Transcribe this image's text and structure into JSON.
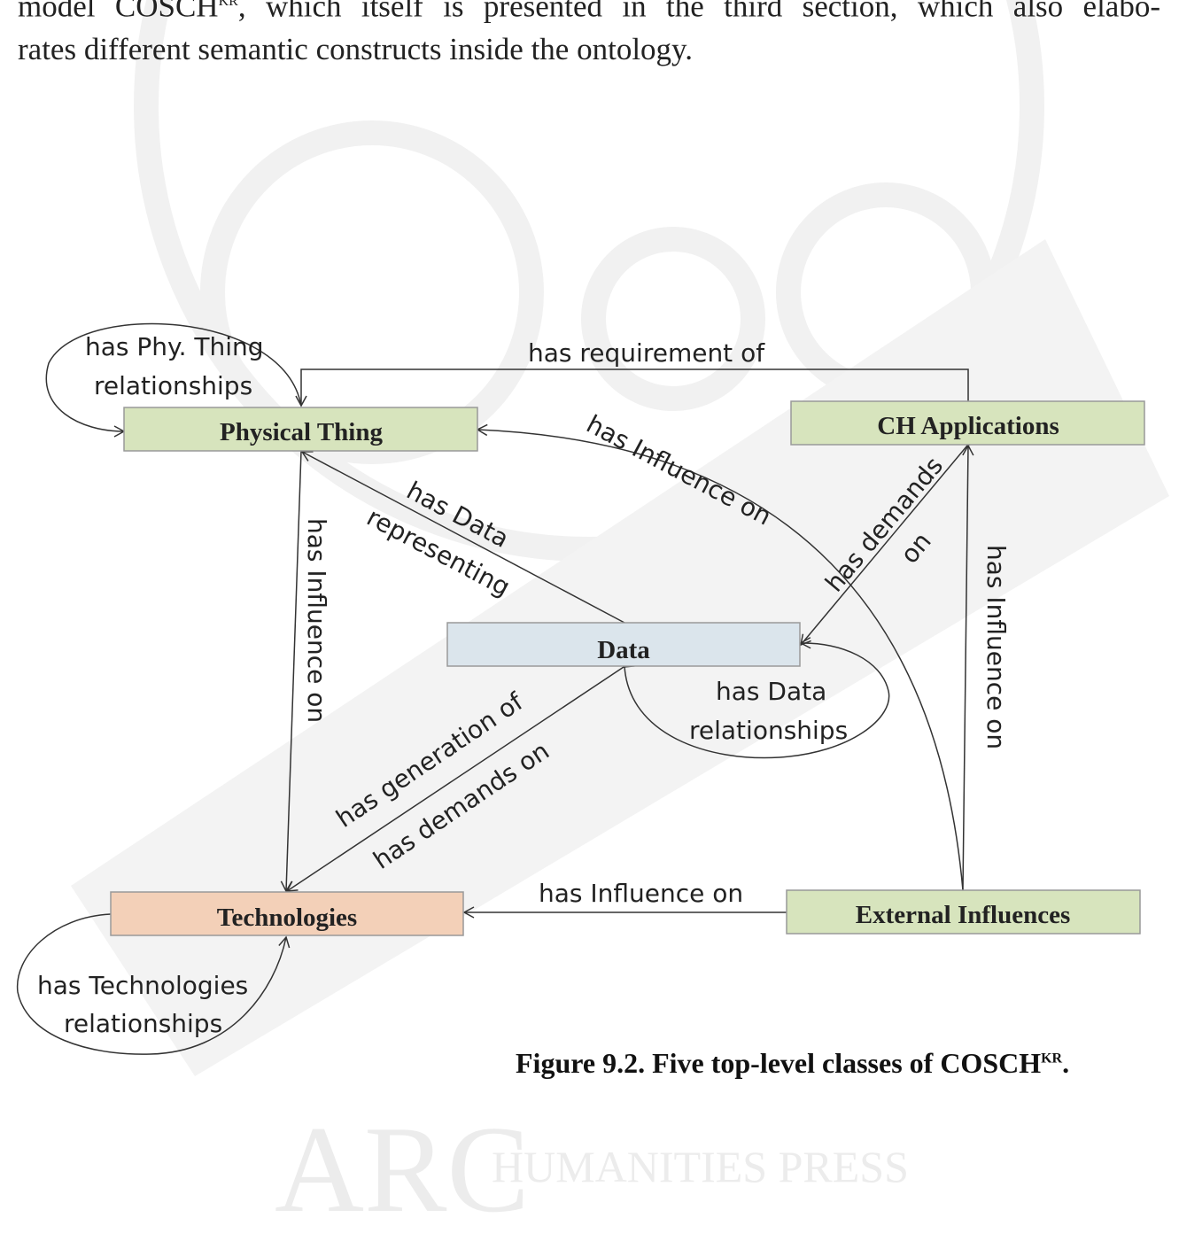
{
  "paragraph": {
    "line1_pre": "model COSCH",
    "line1_sup": "KR",
    "line1_post": ", which itself is presented in the third section, which also elabo-",
    "line2": "rates different semantic constructs inside the ontology."
  },
  "diagram": {
    "nodes": {
      "physical_thing": "Physical Thing",
      "ch_applications": "CH Applications",
      "data": "Data",
      "technologies": "Technologies",
      "external_influences": "External Influences"
    },
    "edges": {
      "phy_self_1": "has Phy. Thing",
      "phy_self_2": "relationships",
      "requirement": "has requirement of",
      "ext_to_phy": "has Influence on",
      "data_rep_1": "has Data",
      "data_rep_2": "representing",
      "phy_to_tech": "has Influence on",
      "demands_1": "has demands",
      "demands_2": "on",
      "ext_to_ch": "has Influence on",
      "data_self_1": "has Data",
      "data_self_2": "relationships",
      "generation": "has generation of",
      "tech_demands": "has demands on",
      "ext_to_tech": "has Influence on",
      "tech_self_1": "has Technologies",
      "tech_self_2": "relationships"
    },
    "colors": {
      "green": "#d7e4bd",
      "blue": "#dbe5ec",
      "orange": "#f3d0b8"
    }
  },
  "caption": {
    "text": "Figure 9.2. Five top-level classes of COSCH",
    "sup": "KR",
    "end": "."
  },
  "watermark": {
    "big": "ARC",
    "small": "HUMANITIES PRESS"
  }
}
